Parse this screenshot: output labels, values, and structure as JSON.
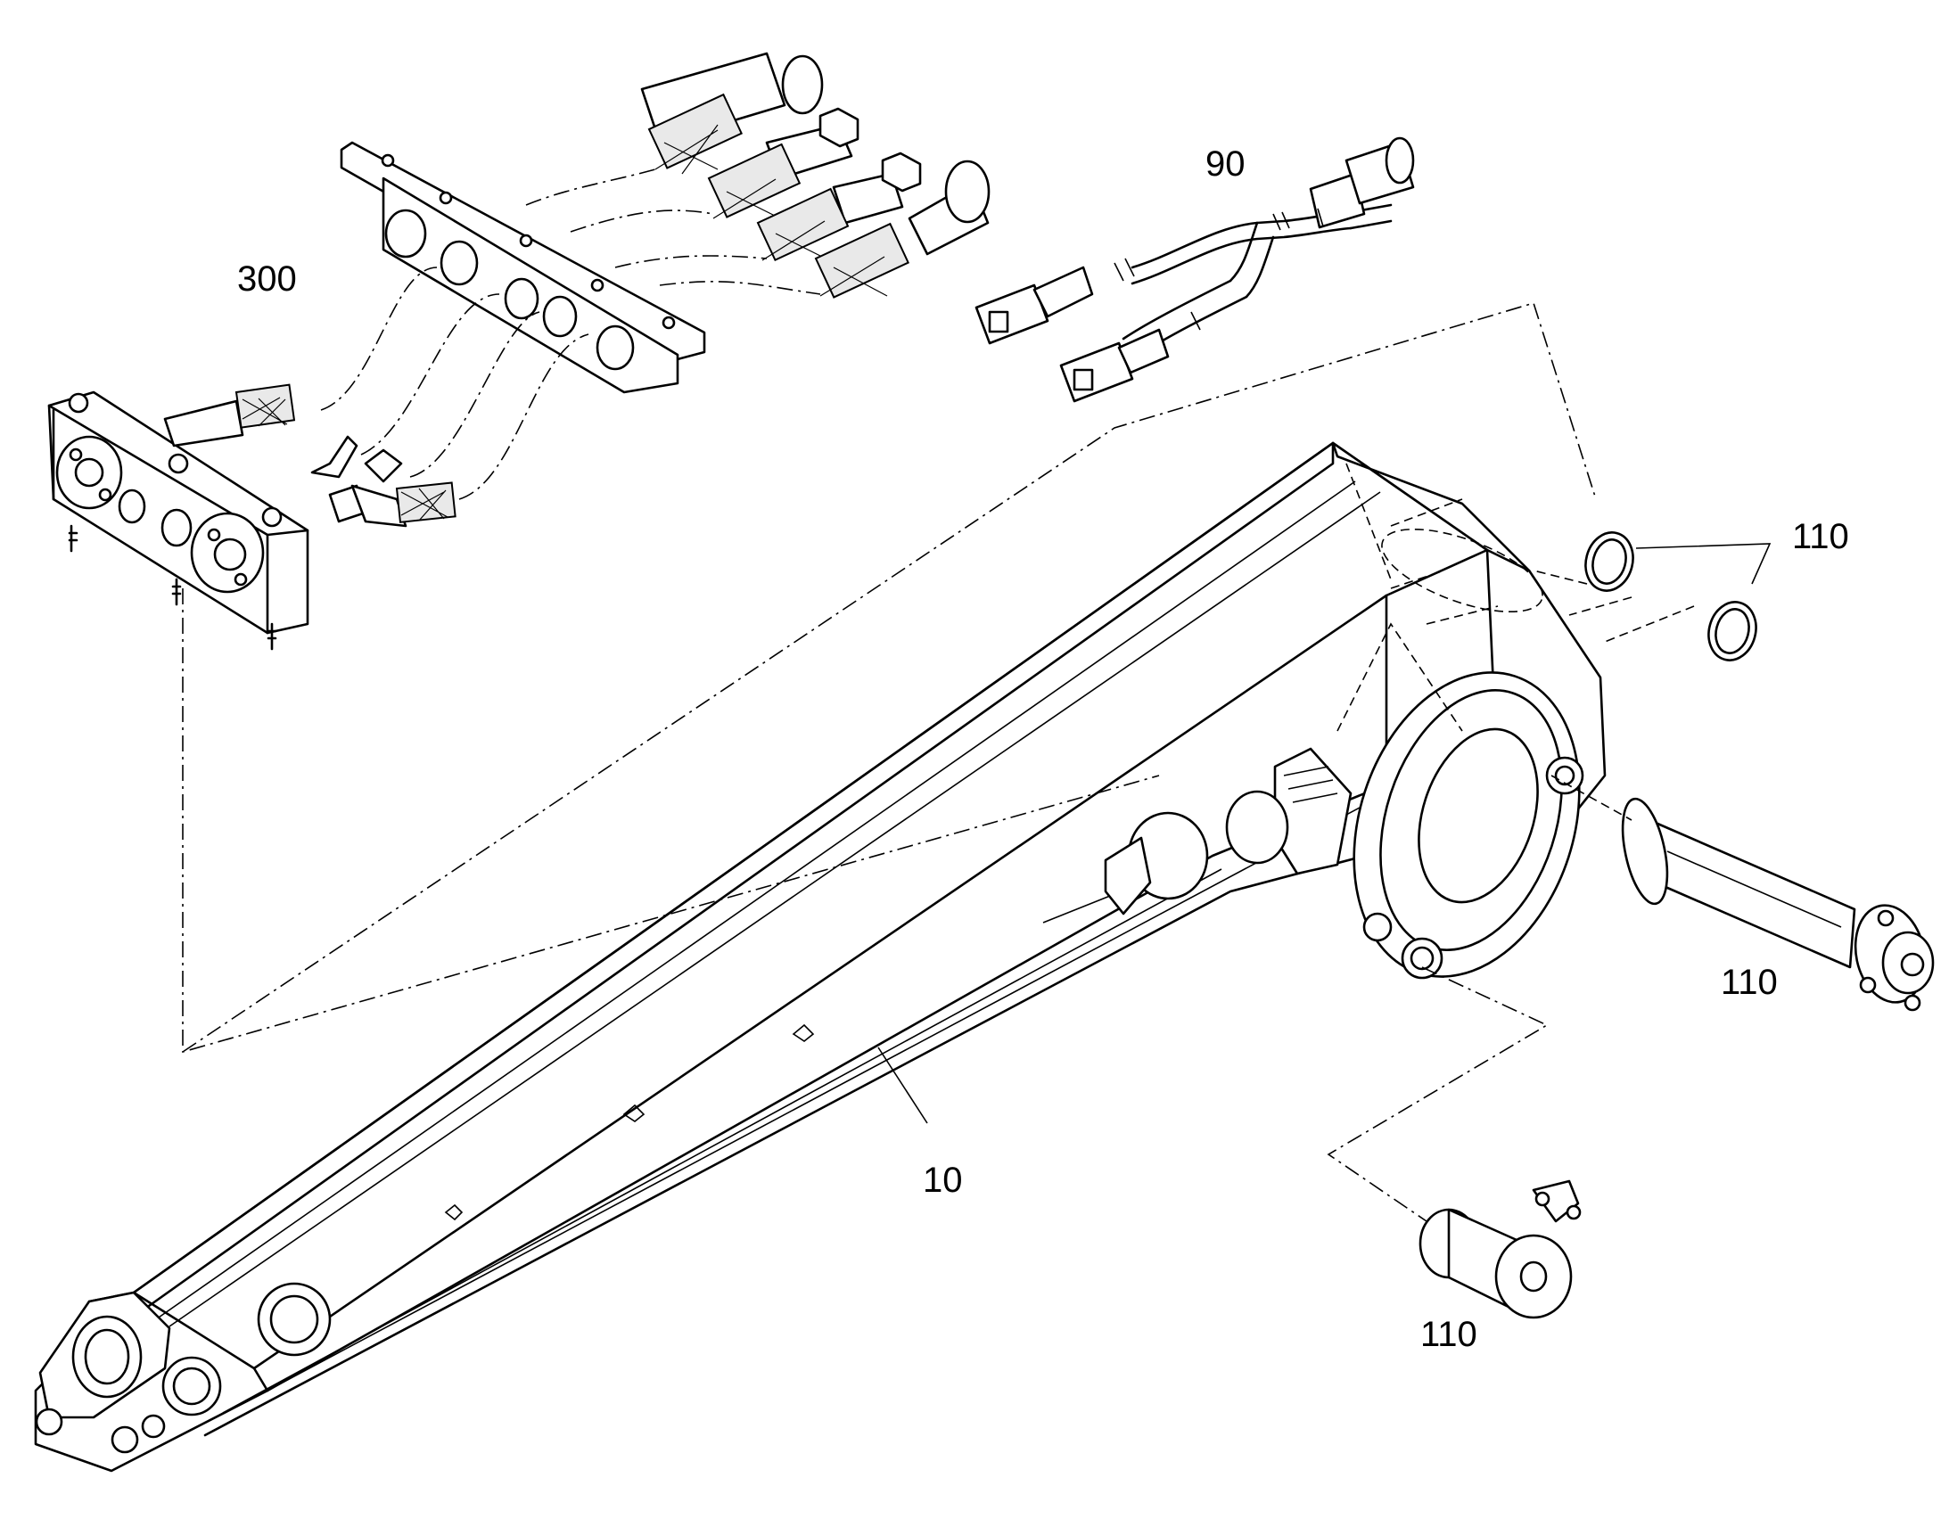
{
  "callouts": {
    "boom": "10",
    "cable_harness": "90",
    "block_assembly": "300",
    "ring_top": "110",
    "pin_right": "110",
    "pin_bottom": "110"
  },
  "colors": {
    "line": "#000000",
    "background": "#ffffff",
    "shade": "#e9e9e9"
  }
}
